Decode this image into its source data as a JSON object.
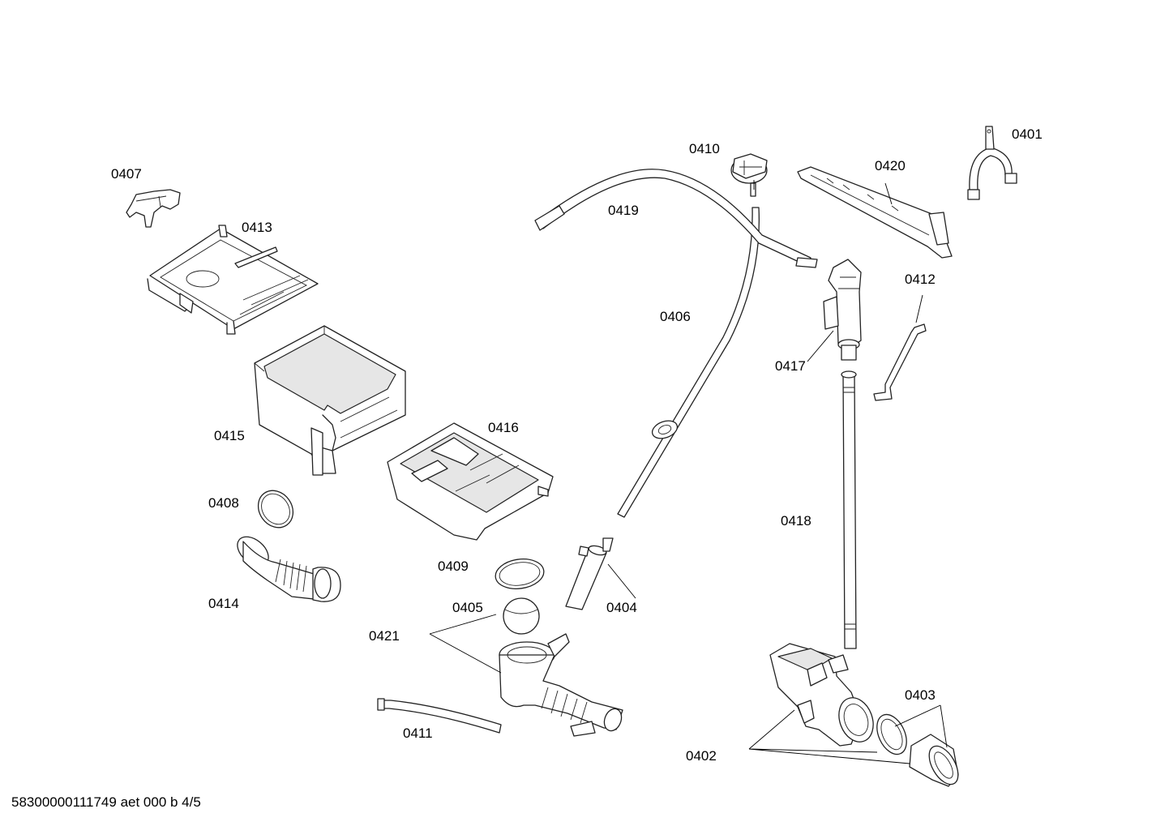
{
  "footer": {
    "document_id": "58300000111749 aet 000 b 4/5"
  },
  "parts": {
    "p0401": "0401",
    "p0402": "0402",
    "p0403": "0403",
    "p0404": "0404",
    "p0405": "0405",
    "p0406": "0406",
    "p0407": "0407",
    "p0408": "0408",
    "p0409": "0409",
    "p0410": "0410",
    "p0411": "0411",
    "p0412": "0412",
    "p0413": "0413",
    "p0414": "0414",
    "p0415": "0415",
    "p0416": "0416",
    "p0417": "0417",
    "p0418": "0418",
    "p0419": "0419",
    "p0420": "0420",
    "p0421": "0421"
  }
}
